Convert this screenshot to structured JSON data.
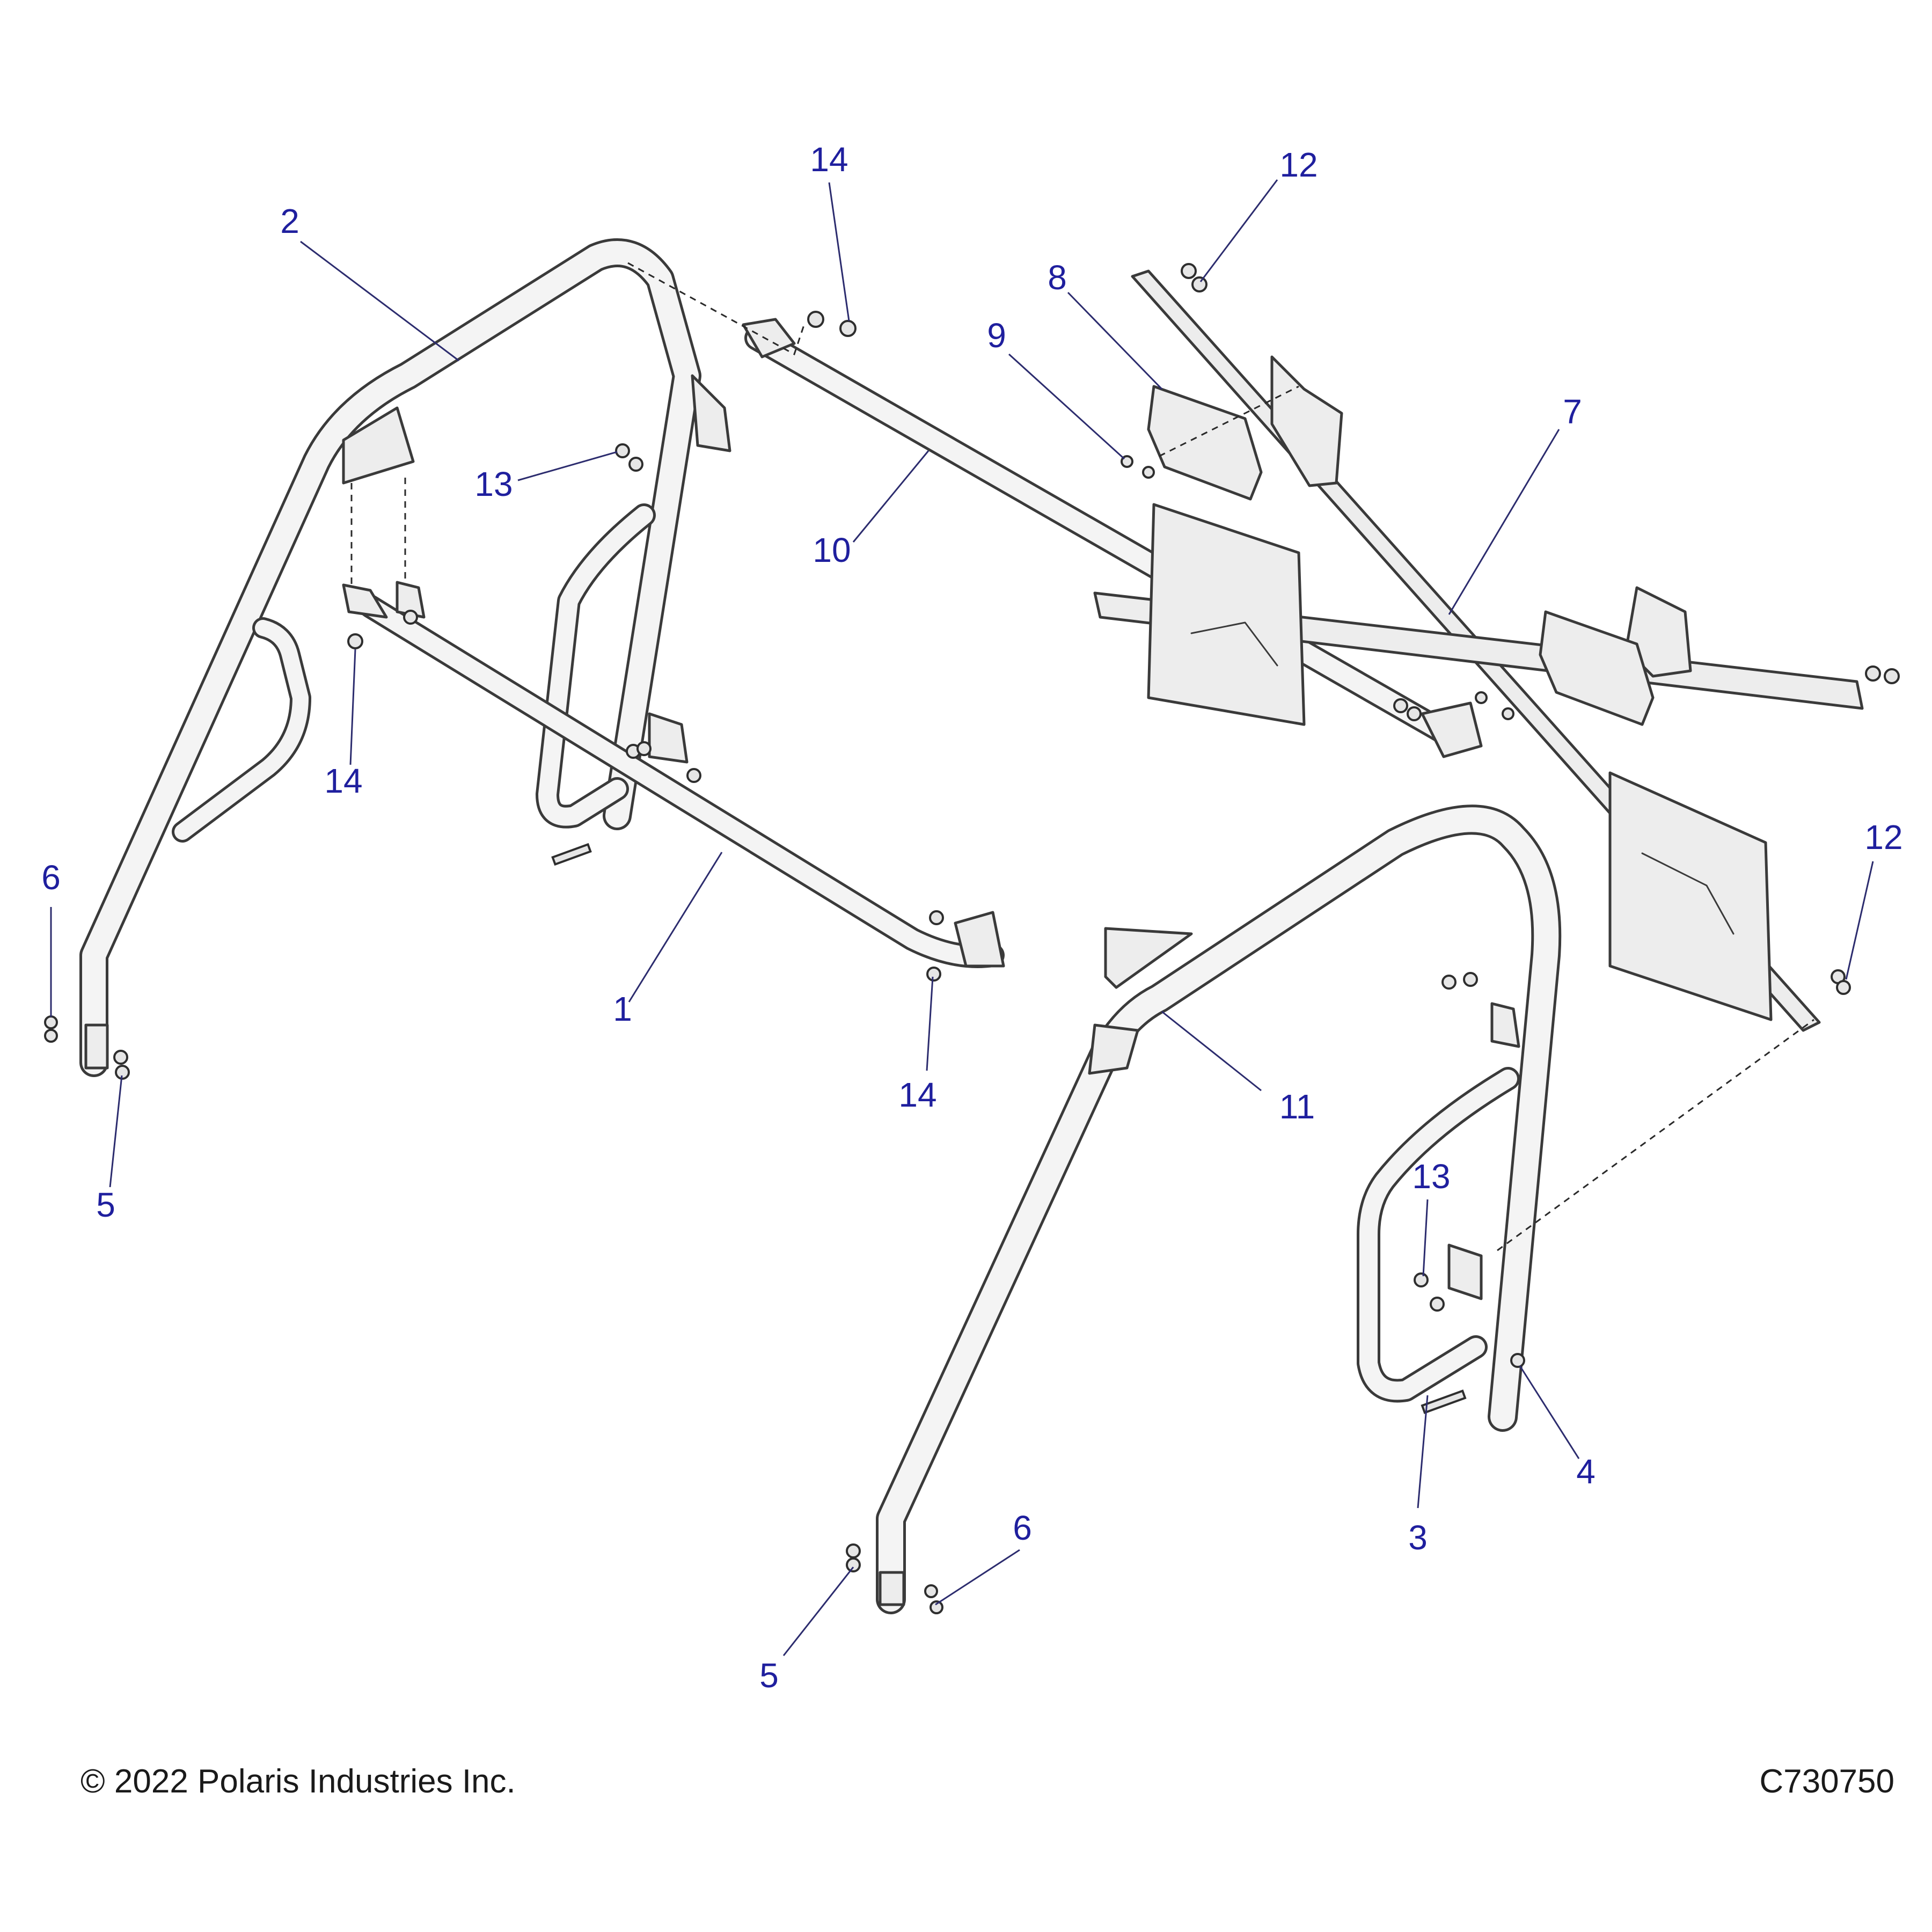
{
  "callouts": [
    {
      "id": "c1",
      "label": "1"
    },
    {
      "id": "c2",
      "label": "2"
    },
    {
      "id": "c3",
      "label": "3"
    },
    {
      "id": "c4",
      "label": "4"
    },
    {
      "id": "c5a",
      "label": "5"
    },
    {
      "id": "c5b",
      "label": "5"
    },
    {
      "id": "c6a",
      "label": "6"
    },
    {
      "id": "c6b",
      "label": "6"
    },
    {
      "id": "c7",
      "label": "7"
    },
    {
      "id": "c8",
      "label": "8"
    },
    {
      "id": "c9",
      "label": "9"
    },
    {
      "id": "c10",
      "label": "10"
    },
    {
      "id": "c11",
      "label": "11"
    },
    {
      "id": "c12a",
      "label": "12"
    },
    {
      "id": "c12b",
      "label": "12"
    },
    {
      "id": "c13a",
      "label": "13"
    },
    {
      "id": "c13b",
      "label": "13"
    },
    {
      "id": "c14a",
      "label": "14"
    },
    {
      "id": "c14b",
      "label": "14"
    },
    {
      "id": "c14c",
      "label": "14"
    }
  ],
  "footer": {
    "copyright": "© 2022 Polaris Industries Inc.",
    "drawing_number": "C730750"
  },
  "colors": {
    "callout_text": "#1f1f9e",
    "line_art": "#3a3a3a",
    "tube_fill": "#f4f4f4"
  }
}
